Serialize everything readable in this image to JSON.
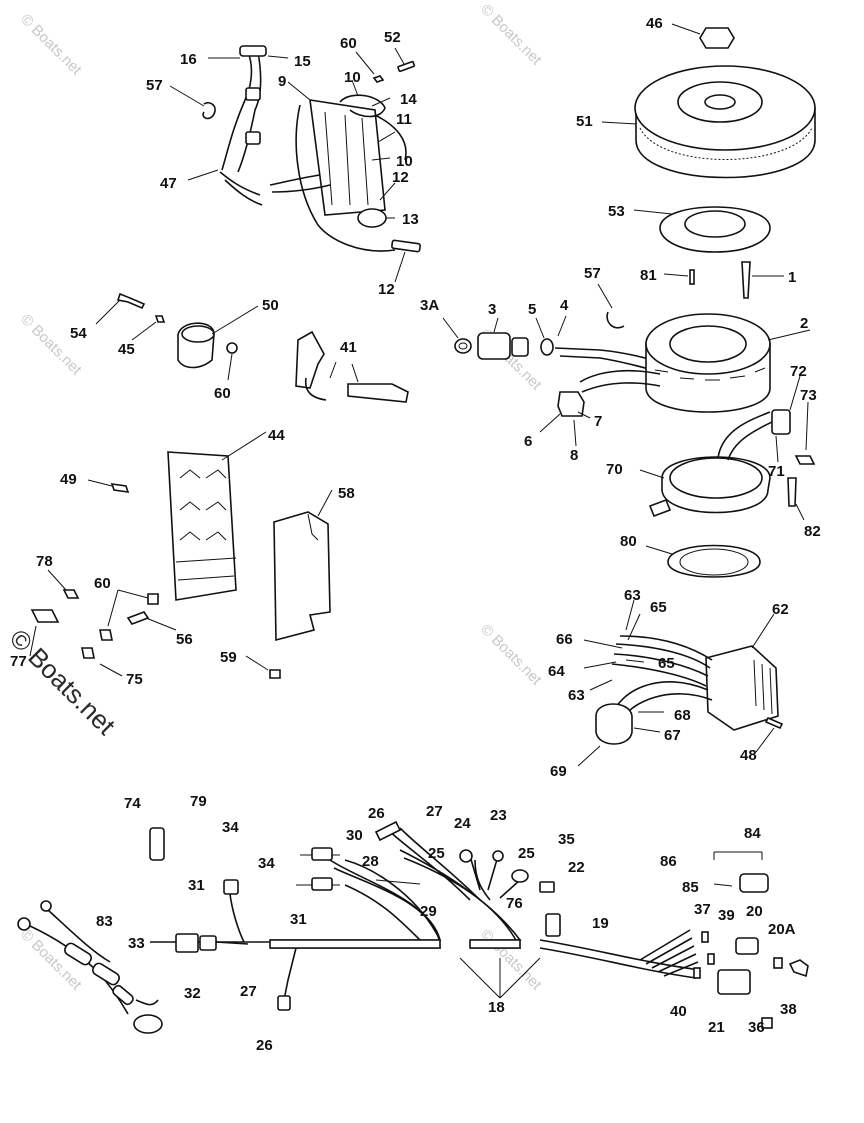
{
  "watermark": {
    "small": "© Boats.net",
    "big": "© Boats.net"
  },
  "labels": {
    "l1": "1",
    "l2": "2",
    "l3": "3",
    "l3a": "3A",
    "l4": "4",
    "l5": "5",
    "l6": "6",
    "l7": "7",
    "l8": "8",
    "l9": "9",
    "l10a": "10",
    "l10b": "10",
    "l11": "11",
    "l12a": "12",
    "l12b": "12",
    "l13": "13",
    "l14": "14",
    "l15": "15",
    "l16": "16",
    "l18": "18",
    "l19": "19",
    "l20": "20",
    "l20a": "20A",
    "l21": "21",
    "l22": "22",
    "l23": "23",
    "l24": "24",
    "l25a": "25",
    "l25b": "25",
    "l26a": "26",
    "l26b": "26",
    "l27a": "27",
    "l27b": "27",
    "l28": "28",
    "l29": "29",
    "l30": "30",
    "l31a": "31",
    "l31b": "31",
    "l32": "32",
    "l33": "33",
    "l34a": "34",
    "l34b": "34",
    "l35": "35",
    "l36": "36",
    "l37": "37",
    "l38": "38",
    "l39": "39",
    "l40": "40",
    "l41": "41",
    "l44": "44",
    "l45": "45",
    "l46": "46",
    "l47": "47",
    "l48": "48",
    "l49": "49",
    "l50": "50",
    "l51": "51",
    "l52": "52",
    "l53": "53",
    "l54": "54",
    "l56": "56",
    "l57a": "57",
    "l57b": "57",
    "l58": "58",
    "l59": "59",
    "l60a": "60",
    "l60b": "60",
    "l60c": "60",
    "l62": "62",
    "l63a": "63",
    "l63b": "63",
    "l64": "64",
    "l65a": "65",
    "l65b": "65",
    "l66": "66",
    "l67": "67",
    "l68": "68",
    "l69": "69",
    "l70": "70",
    "l71": "71",
    "l72": "72",
    "l73": "73",
    "l74": "74",
    "l75": "75",
    "l76": "76",
    "l77": "77",
    "l78": "78",
    "l79": "79",
    "l80": "80",
    "l81": "81",
    "l82": "82",
    "l83": "83",
    "l84": "84",
    "l85": "85",
    "l86": "86"
  }
}
